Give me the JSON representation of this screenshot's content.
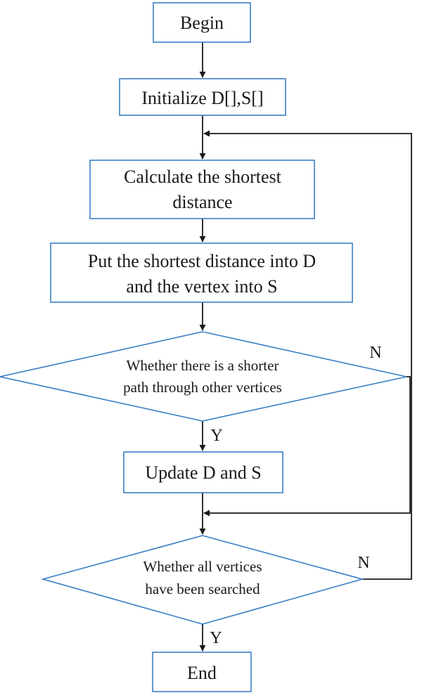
{
  "flowchart": {
    "nodes": {
      "begin": "Begin",
      "initialize": "Initialize D[],S[]",
      "calculate": [
        "Calculate the shortest",
        "distance"
      ],
      "put": [
        "Put the shortest distance into D",
        "and the vertex into S"
      ],
      "shorter_path": [
        "Whether there is a shorter",
        "path through other vertices"
      ],
      "update": "Update D and S",
      "all_searched": [
        "Whether all vertices",
        "have been searched"
      ],
      "end": "End"
    },
    "edge_labels": {
      "shorter_path_no": "N",
      "shorter_path_yes": "Y",
      "all_searched_no": "N",
      "all_searched_yes": "Y"
    }
  }
}
